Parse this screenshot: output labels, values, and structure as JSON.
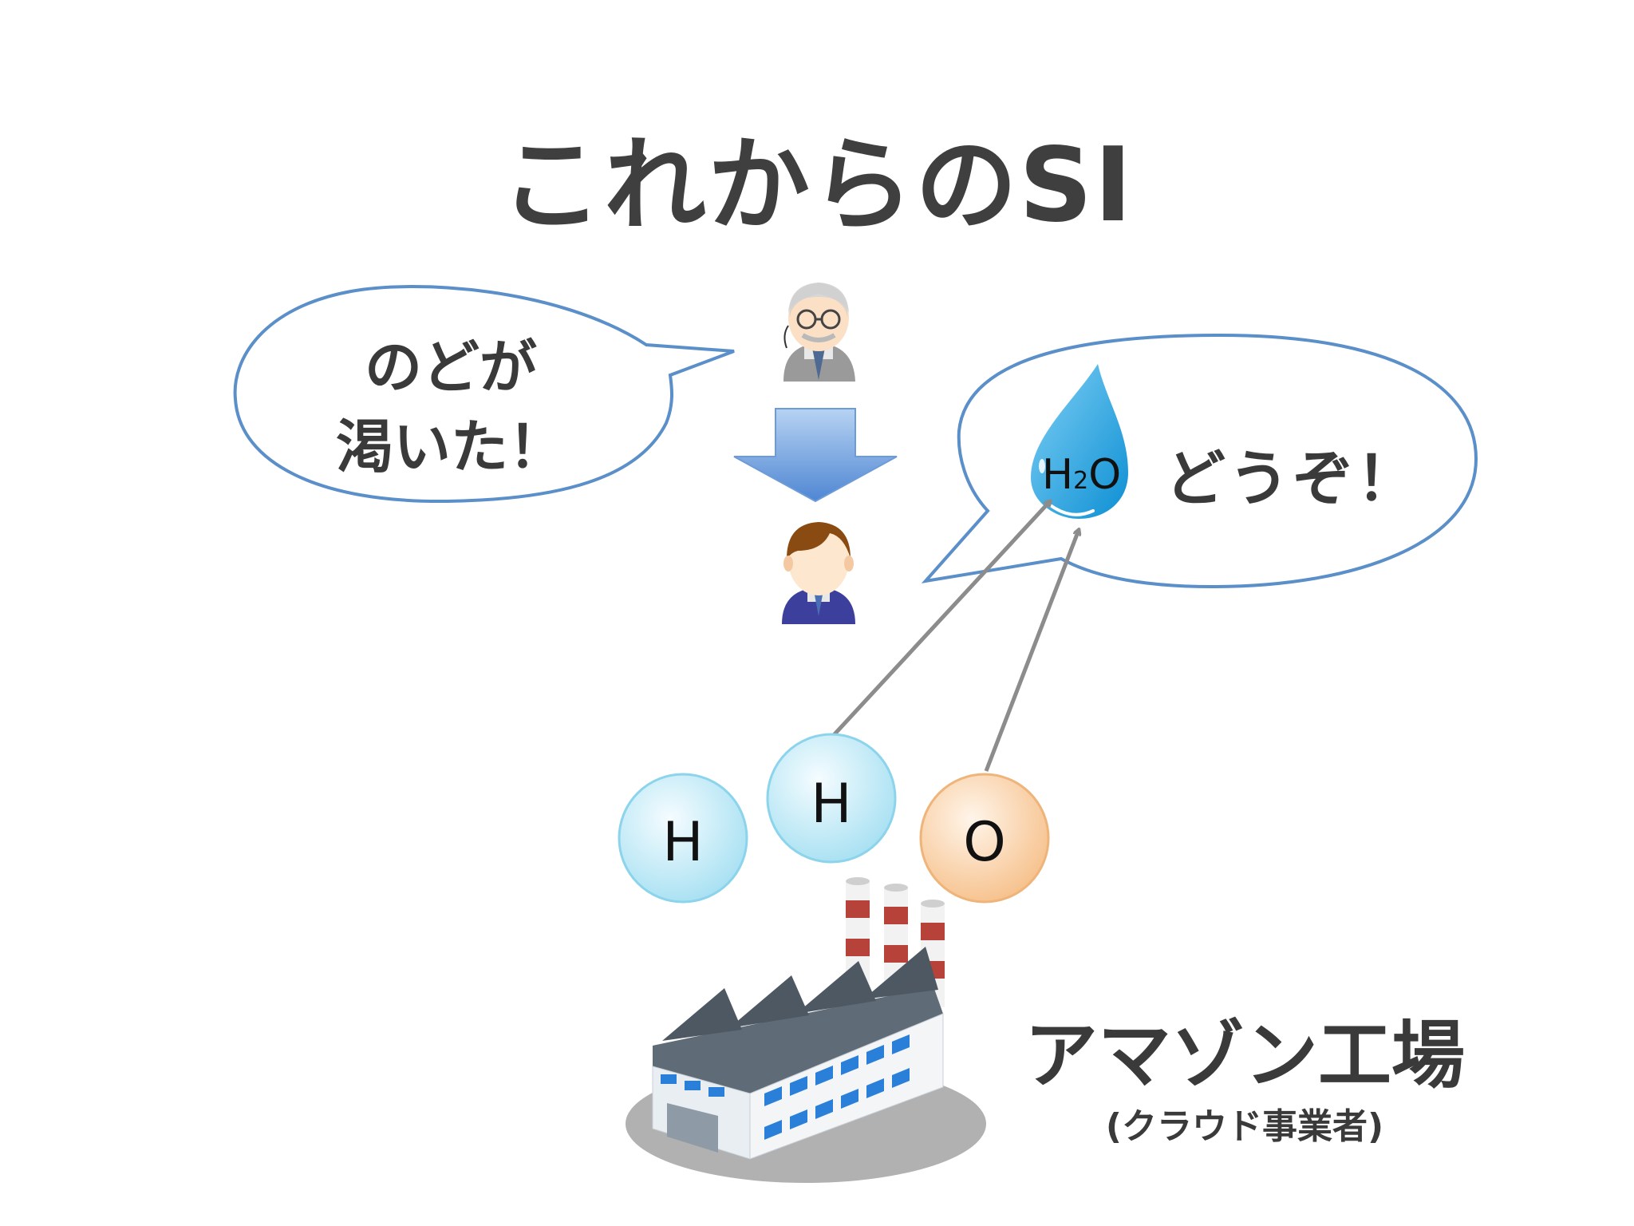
{
  "slide": {
    "title": "これからのSI",
    "customer_bubble": {
      "line1": "のどが",
      "line2": "渇いた！"
    },
    "provider_bubble": {
      "text": "どうぞ！"
    },
    "water_drop": {
      "formula_h": "H",
      "formula_sub": "2",
      "formula_o": "O"
    },
    "atoms": [
      {
        "label": "H",
        "kind": "hydrogen"
      },
      {
        "label": "H",
        "kind": "hydrogen"
      },
      {
        "label": "O",
        "kind": "oxygen"
      }
    ],
    "factory": {
      "name": "アマゾン工場",
      "subtitle": "(クラウド事業者)"
    },
    "icons": {
      "customer": "elderly-man-icon",
      "provider": "businessman-icon",
      "flow": "down-arrow-icon",
      "water": "water-drop-icon",
      "factory": "factory-icon"
    },
    "colors": {
      "bubble_stroke": "#5b8fc9",
      "arrow_gray": "#8c8c8c",
      "hydrogen": "#c6ecf7",
      "oxygen": "#fbd2aa",
      "water": "#29a3de"
    }
  }
}
